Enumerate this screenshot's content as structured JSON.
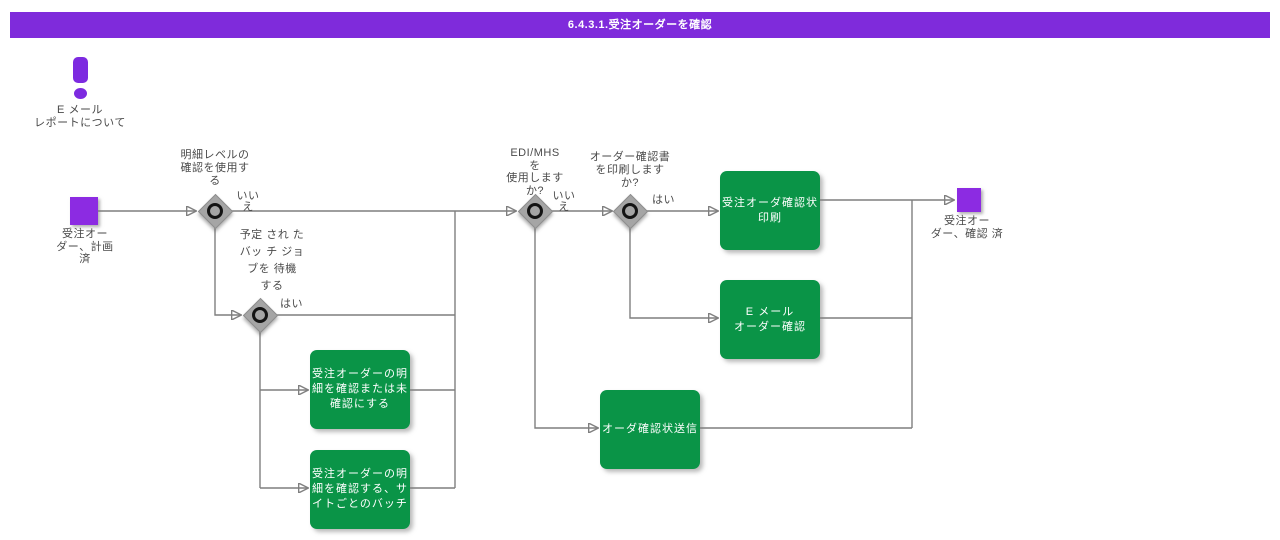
{
  "title": "6.4.3.1.受注オーダーを確認",
  "colors": {
    "title_bar_bg": "#7f2bdb",
    "title_bar_fg": "#ffffff",
    "node_purple": "#8c2be2",
    "exclamation_purple": "#7d2ae0",
    "task_green": "#0a9447",
    "task_text": "#ffffff",
    "connector_gray": "#7f7f7f",
    "gateway_fill": "#a5a5a5",
    "label_text": "#4a4a4a"
  },
  "icons": {
    "annotation_icon": "exclamation"
  },
  "annotation": {
    "label": "E メール\nレポートについて"
  },
  "nodes": {
    "start_label": "受注オー\nダー、計画\n済",
    "end_label": "受注オー\nダー、確認 済",
    "decision1_question": "明細レベルの\n確認を使用す\nる",
    "decision3_question": "EDI/MHS\nを\n使用します\nか?",
    "decision4_question": "オーダー確認書\nを印刷します\nか?",
    "note_wait_batch": "予定 され た\nバッ チ ジョ\nブを 待機\nする",
    "task_confirm_unconfirm": "受注オーダーの明\n細を確認または未\n確認にする",
    "task_confirm_site_batch": "受注オーダーの明\n細を確認する、サ\nイトごとのバッチ",
    "task_print_confirmation": "受注オーダ確認状\n印刷",
    "task_email_confirmation": "E メール\nオーダー確認",
    "task_send_confirmation": "オーダ確認状送信"
  },
  "edge_labels": {
    "decision1_no": "いい\nえ",
    "decision2_yes": "はい",
    "decision3_no": "いい\nえ",
    "decision4_yes": "はい"
  }
}
